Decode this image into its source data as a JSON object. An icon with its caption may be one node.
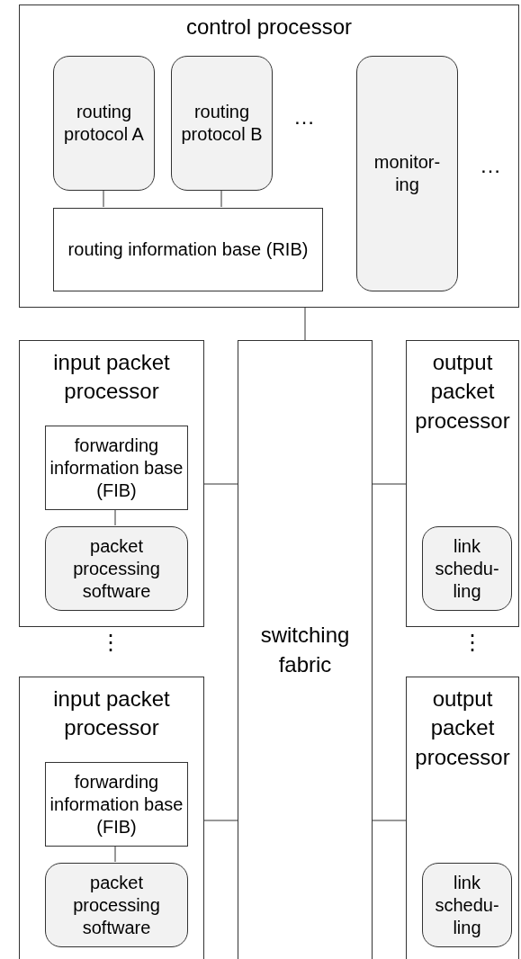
{
  "diagram": {
    "nodes": [
      {
        "text": [
          "control processor"
        ]
      },
      {
        "text": [
          "routing protocol A"
        ],
        "in": 0
      },
      {
        "text": [
          "routing protocol B"
        ],
        "in": 0
      },
      {
        "text": [
          "monitor- ing"
        ],
        "in": 0
      },
      {
        "text": [
          "routing information base (RIB)"
        ],
        "in": 0
      },
      {
        "text": [
          "input packet processor"
        ]
      },
      {
        "text": [
          "forwarding information base (FIB)"
        ],
        "in": 5
      },
      {
        "text": [
          "packet processing software"
        ],
        "in": 5
      },
      {
        "text": [
          "switching fabric"
        ]
      },
      {
        "text": [
          "output packet processor"
        ]
      },
      {
        "text": [
          "link schedu- ling"
        ],
        "in": 9
      },
      {
        "text": [
          "input packet processor"
        ]
      },
      {
        "text": [
          "forwarding information base (FIB)"
        ],
        "in": 11
      },
      {
        "text": [
          "packet processing software"
        ],
        "in": 11
      },
      {
        "text": [
          "output packet processor"
        ]
      },
      {
        "text": [
          "link schedu- ling"
        ],
        "in": 14
      }
    ],
    "edges": [
      {
        "from": 1,
        "to": 4,
        "arrow": "none"
      },
      {
        "from": 2,
        "to": 4,
        "arrow": "none"
      },
      {
        "from": 0,
        "to": 8,
        "arrow": "none"
      },
      {
        "from": 5,
        "to": 8,
        "arrow": "none"
      },
      {
        "from": 8,
        "to": 9,
        "arrow": "none"
      },
      {
        "from": 6,
        "to": 7,
        "arrow": "none"
      },
      {
        "from": 11,
        "to": 8,
        "arrow": "none"
      },
      {
        "from": 8,
        "to": 14,
        "arrow": "none"
      },
      {
        "from": 12,
        "to": 13,
        "arrow": "none"
      }
    ],
    "labels": [
      "…",
      "…",
      "⋮",
      "⋮"
    ]
  }
}
